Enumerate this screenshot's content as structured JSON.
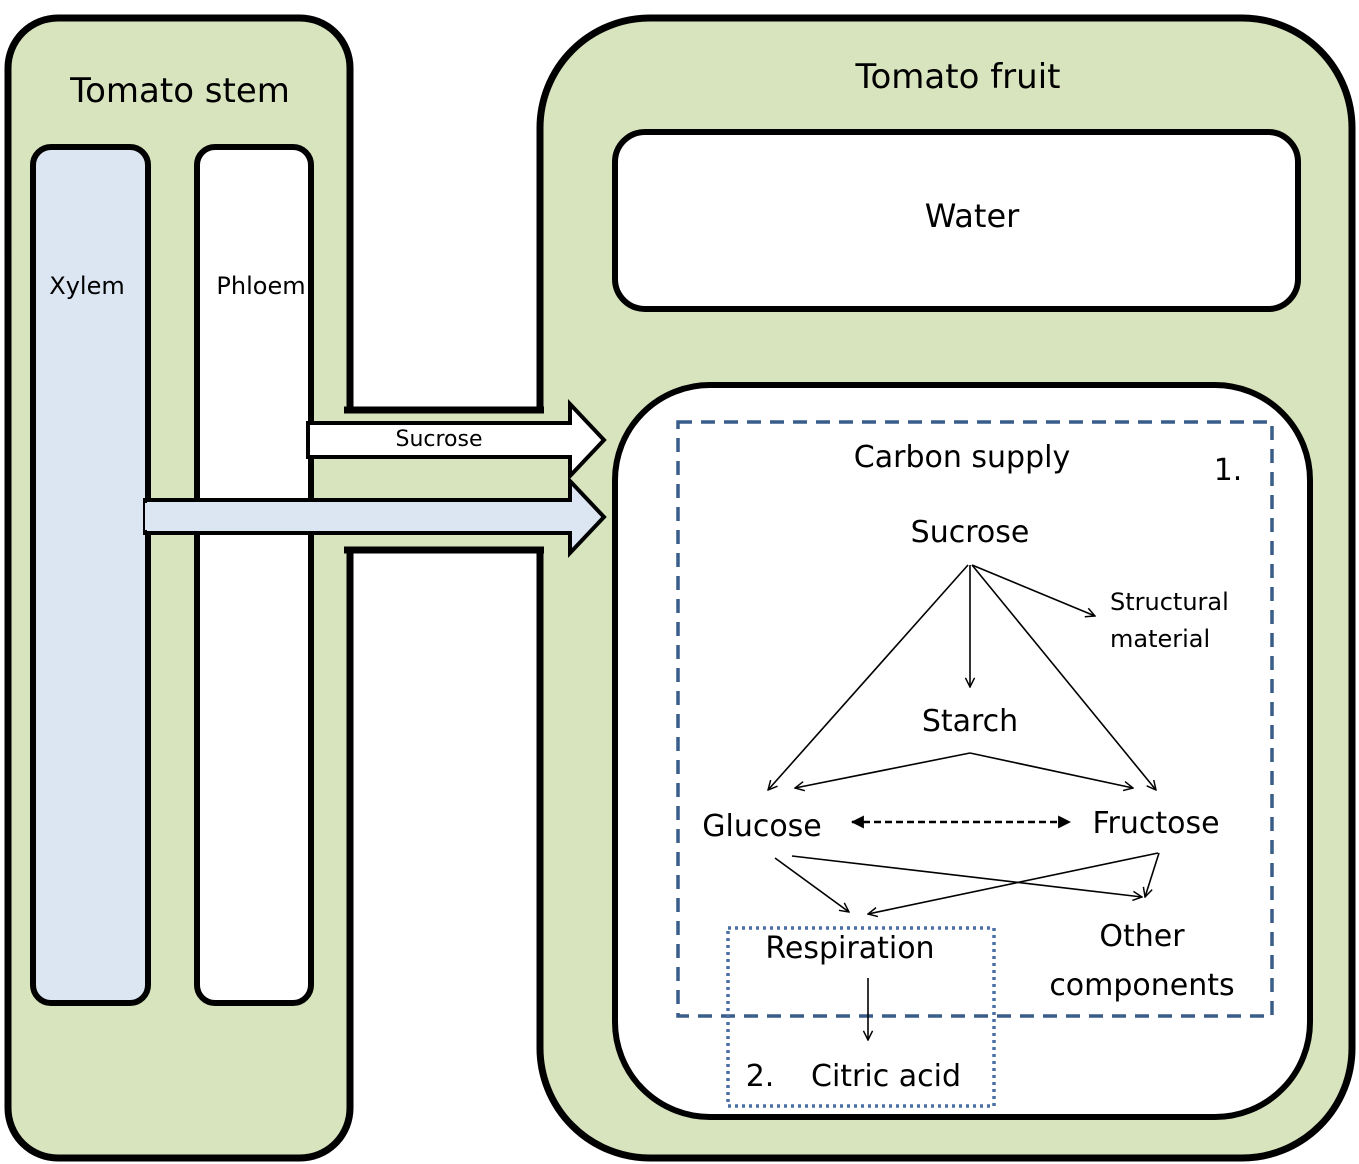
{
  "stem": {
    "title": "Tomato stem",
    "xylem_label": "Xylem",
    "phloem_label": "Phloem"
  },
  "fruit": {
    "title": "Tomato fruit",
    "water_label": "Water"
  },
  "transport": {
    "phloem_arrow_label": "Sucrose"
  },
  "carbon_supply": {
    "title": "Carbon supply",
    "box_number": "1.",
    "sucrose": "Sucrose",
    "structural_line1": "Structural",
    "structural_line2": "material",
    "starch": "Starch",
    "glucose": "Glucose",
    "fructose": "Fructose",
    "respiration": "Respiration",
    "other_line1": "Other",
    "other_line2": "components"
  },
  "citric": {
    "box_number": "2.",
    "label": "Citric acid"
  },
  "colors": {
    "tissue_green": "#d7e4bd",
    "xylem_blue": "#dce6f2",
    "dashed_box": "#385d8a",
    "dotted_box": "#4a6fa5",
    "outline": "#000000"
  }
}
